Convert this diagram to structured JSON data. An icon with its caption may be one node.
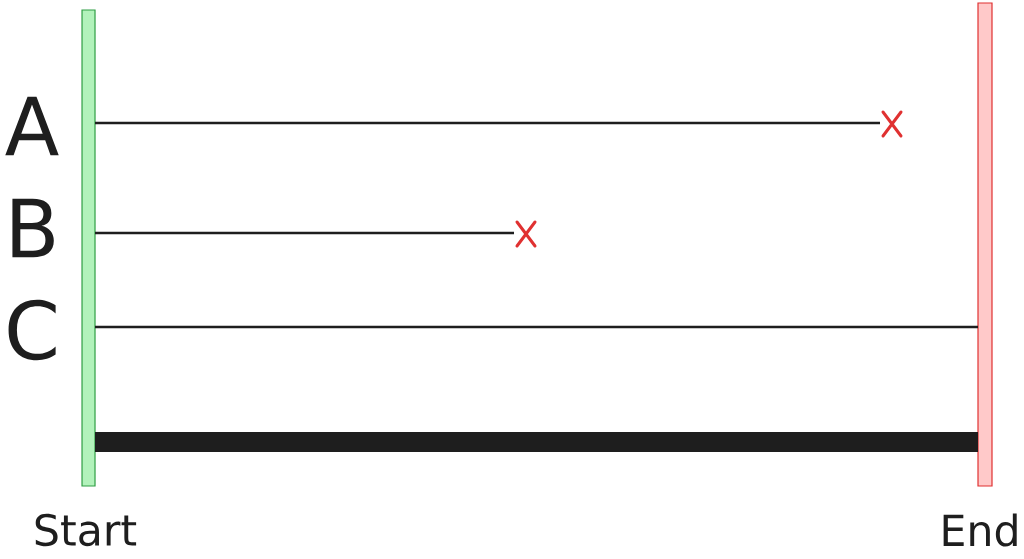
{
  "diagram": {
    "nodes": [
      {
        "text": [],
        "shape": "bar",
        "beside": [
          "Start"
        ]
      },
      {
        "text": [],
        "shape": "bar",
        "beside": [
          "End"
        ]
      },
      {
        "text": [],
        "shape": "cross"
      },
      {
        "text": [],
        "shape": "cross"
      }
    ],
    "edges": [
      {
        "from": 0,
        "to": 2,
        "arrow": "none"
      },
      {
        "from": 0,
        "to": 3,
        "arrow": "none"
      },
      {
        "from": 0,
        "to": 1,
        "arrow": "none"
      },
      {
        "from": 0,
        "to": 1,
        "arrow": "none",
        "style": "thick"
      }
    ],
    "labels": [
      "A",
      "B",
      "C"
    ]
  }
}
